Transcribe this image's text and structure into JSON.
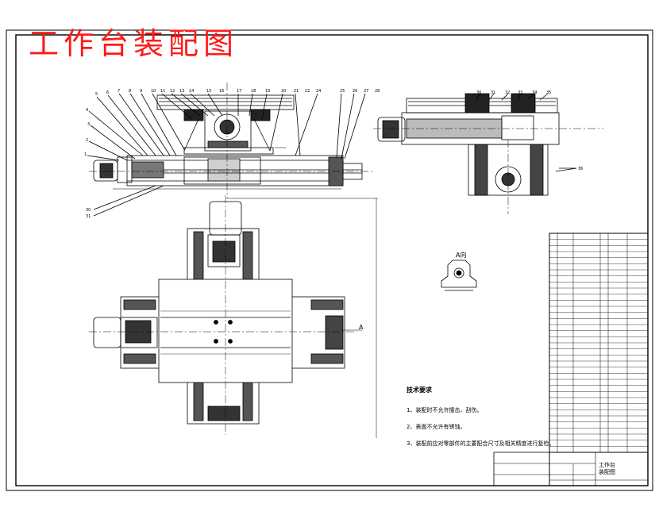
{
  "drawing": {
    "title": "工作台装配图",
    "view_label": "A向",
    "section_mark": "A",
    "tech_requirements": {
      "heading": "技术要求",
      "items": [
        "1、装配时不允许撞击、刮伤。",
        "2、表面不允许有锈蚀。",
        "3、装配前应对零部件的主要配合尺寸及相关精度进行复检。"
      ]
    },
    "title_block": {
      "name_line1": "工作台",
      "name_line2": "装配图"
    }
  },
  "colors": {
    "title_red": "#ff1a1a",
    "line": "#000000",
    "background": "#ffffff"
  }
}
